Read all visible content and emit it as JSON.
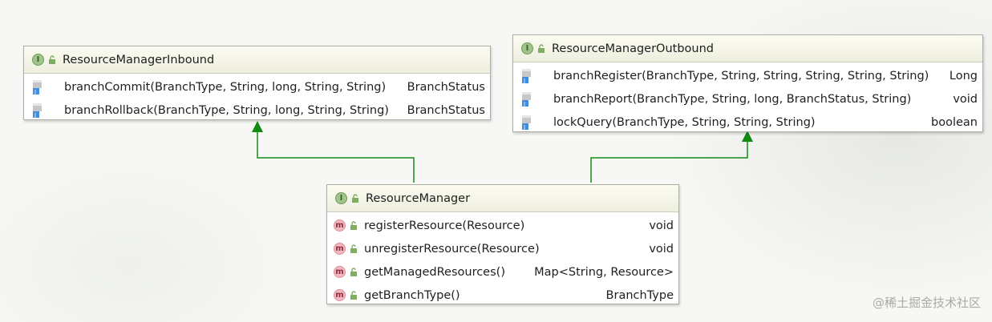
{
  "colors": {
    "arrow": "#138a13",
    "header_bg": "#f3f3e6",
    "interface_badge": "#9fc58a",
    "method_badge": "#f4b8c1"
  },
  "icons": {
    "interface": "interface-i-icon",
    "method": "method-m-icon",
    "public": "public-lock-icon",
    "abstract": "abstract-method-icon"
  },
  "inbound": {
    "badge": "I",
    "title": "ResourceManagerInbound",
    "methods": [
      {
        "name": "branchCommit(BranchType, String, long, String, String)",
        "type": "BranchStatus"
      },
      {
        "name": "branchRollback(BranchType, String, long, String, String)",
        "type": "BranchStatus"
      }
    ]
  },
  "outbound": {
    "badge": "I",
    "title": "ResourceManagerOutbound",
    "methods": [
      {
        "name": "branchRegister(BranchType, String, String, String, String, String)",
        "type": "Long"
      },
      {
        "name": "branchReport(BranchType, String, long, BranchStatus, String)",
        "type": "void"
      },
      {
        "name": "lockQuery(BranchType, String, String, String)",
        "type": "boolean"
      }
    ]
  },
  "manager": {
    "badge": "I",
    "method_badge": "m",
    "title": "ResourceManager",
    "methods": [
      {
        "name": "registerResource(Resource)",
        "type": "void"
      },
      {
        "name": "unregisterResource(Resource)",
        "type": "void"
      },
      {
        "name": "getManagedResources()",
        "type": "Map<String, Resource>"
      },
      {
        "name": "getBranchType()",
        "type": "BranchType"
      }
    ]
  },
  "watermark": "@稀土掘金技术社区"
}
